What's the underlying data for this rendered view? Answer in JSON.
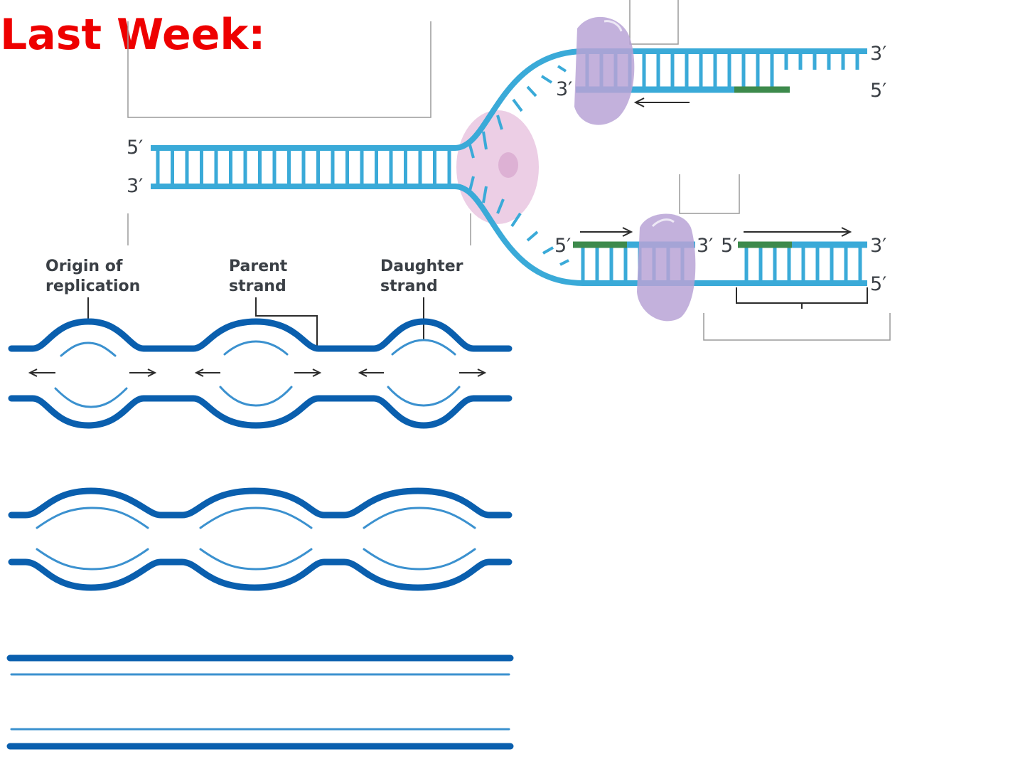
{
  "slide": {
    "title": "Last Week:"
  },
  "fork": {
    "left_top_end": "5′",
    "left_bottom_end": "3′",
    "leading_top_right": "3′",
    "leading_template_right": "5′",
    "leading_new_end": "3′",
    "lagging_fragment1_left": "5′",
    "lagging_fragment1_right": "3′",
    "lagging_fragment2_left": "5′",
    "lagging_top_right": "3′",
    "lagging_bottom_right": "5′"
  },
  "bubbles": {
    "origin_label": "Origin of\nreplication",
    "parent_label": "Parent\nstrand",
    "daughter_label": "Daughter\nstrand"
  },
  "colors": {
    "title": "#ee0000",
    "dna_strand": "#3aaad8",
    "rna_primer": "#3d8a4c",
    "polymerase": "#b9a3d6",
    "helicase": "#e9c6e1",
    "parent_strand": "#0a5fae",
    "daughter_strand": "#3b91cf"
  }
}
